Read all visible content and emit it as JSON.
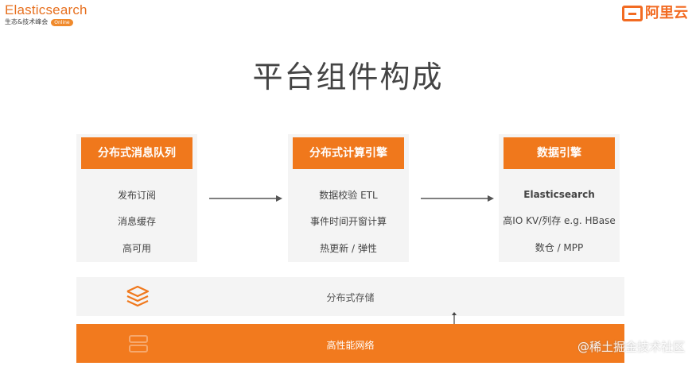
{
  "header": {
    "brand_name": "Elasticsearch",
    "brand_sub": "生态&技术峰会",
    "brand_badge": "Online",
    "partner_logo_text": "阿里云"
  },
  "title": "平台组件构成",
  "components": [
    {
      "title": "分布式消息队列",
      "items": [
        "发布订阅",
        "消息缓存",
        "高可用"
      ]
    },
    {
      "title": "分布式计算引擎",
      "items": [
        "数据校验 ETL",
        "事件时间开窗计算",
        "热更新 / 弹性"
      ]
    },
    {
      "title": "数据引擎",
      "items": [
        "Elasticsearch",
        "高IO KV/列存 e.g. HBase",
        "数仓 / MPP"
      ]
    }
  ],
  "layers": {
    "storage": {
      "label": "分布式存储",
      "icon": "layers-icon"
    },
    "network": {
      "label": "高性能网络",
      "icon": "network-icon"
    }
  },
  "watermark": "@稀土掘金技术社区",
  "colors": {
    "accent": "#f0781c",
    "panel": "#f4f4f4",
    "brand": "#e7701f"
  }
}
